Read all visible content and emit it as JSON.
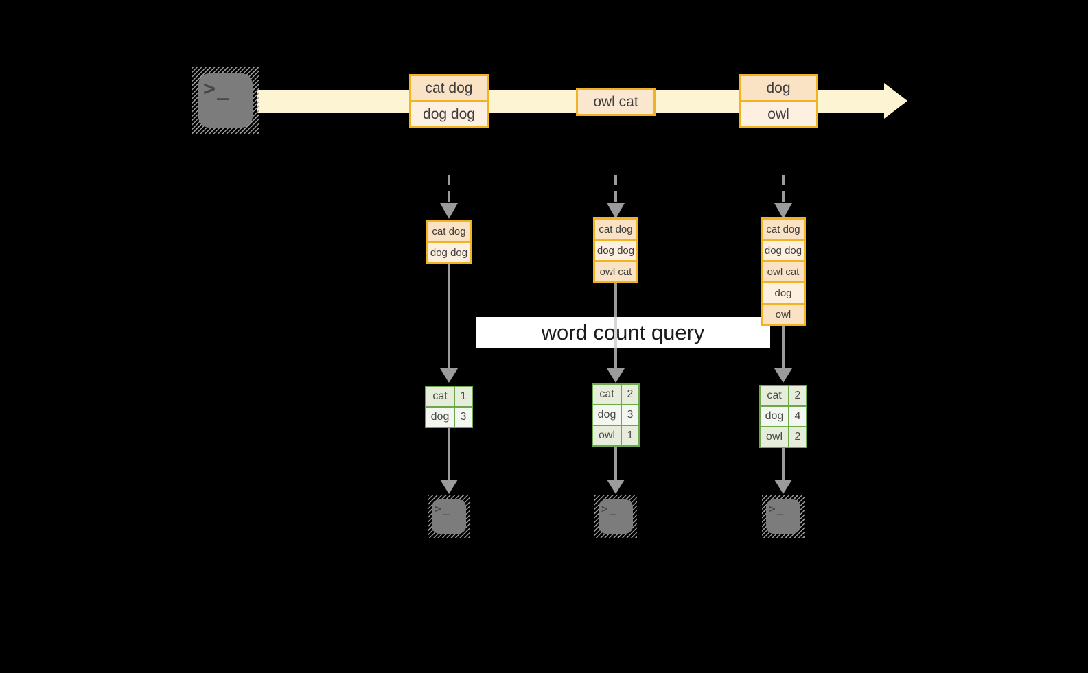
{
  "stream": {
    "events": [
      {
        "lines": [
          "cat dog",
          "dog dog"
        ]
      },
      {
        "lines": [
          "owl cat"
        ]
      },
      {
        "lines": [
          "dog",
          "owl"
        ]
      }
    ]
  },
  "query": {
    "label": "word count query"
  },
  "columns": [
    {
      "buffer": [
        "cat dog",
        "dog dog"
      ],
      "counts": [
        {
          "word": "cat",
          "count": "1"
        },
        {
          "word": "dog",
          "count": "3"
        }
      ]
    },
    {
      "buffer": [
        "cat dog",
        "dog dog",
        "owl cat"
      ],
      "counts": [
        {
          "word": "cat",
          "count": "2"
        },
        {
          "word": "dog",
          "count": "3"
        },
        {
          "word": "owl",
          "count": "1"
        }
      ]
    },
    {
      "buffer": [
        "cat dog",
        "dog dog",
        "owl cat",
        "dog",
        "owl"
      ],
      "counts": [
        {
          "word": "cat",
          "count": "2"
        },
        {
          "word": "dog",
          "count": "4"
        },
        {
          "word": "owl",
          "count": "2"
        }
      ]
    }
  ],
  "icons": {
    "terminal_glyph": ">_"
  },
  "colors": {
    "background": "#000000",
    "stream_band": "#fdf4d3",
    "box_border": "#f0b322",
    "box_fill_dark": "#fae2c4",
    "box_fill_light": "#fdf0e0",
    "table_border": "#6fa84c",
    "table_fill_dark": "#e6edda",
    "table_fill_light": "#f4f7f0",
    "arrow_gray": "#9b9b9b",
    "label_bg": "#ffffff"
  }
}
